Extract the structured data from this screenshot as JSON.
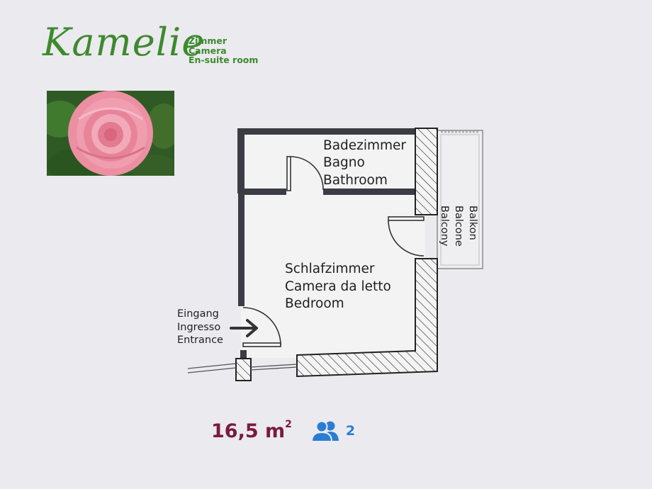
{
  "header": {
    "brand": "Kamelie",
    "subtitle_de": "Zimmer",
    "subtitle_it": "Camera",
    "subtitle_en": "En-suite room"
  },
  "plan": {
    "bathroom": {
      "de": "Badezimmer",
      "it": "Bagno",
      "en": "Bathroom"
    },
    "bedroom": {
      "de": "Schlafzimmer",
      "it": "Camera da letto",
      "en": "Bedroom"
    },
    "balcony": {
      "de": "Balkon",
      "it": "Balcone",
      "en": "Balcony"
    },
    "entrance": {
      "de": "Eingang",
      "it": "Ingresso",
      "en": "Entrance"
    }
  },
  "footer": {
    "area_value": "16,5 m",
    "area_exp": "2",
    "guests_count": "2",
    "guests_icon": "users-icon"
  },
  "colors": {
    "brand_green": "#3d8a2e",
    "area_maroon": "#7a1a3e",
    "guests_blue": "#2a7dd4"
  }
}
